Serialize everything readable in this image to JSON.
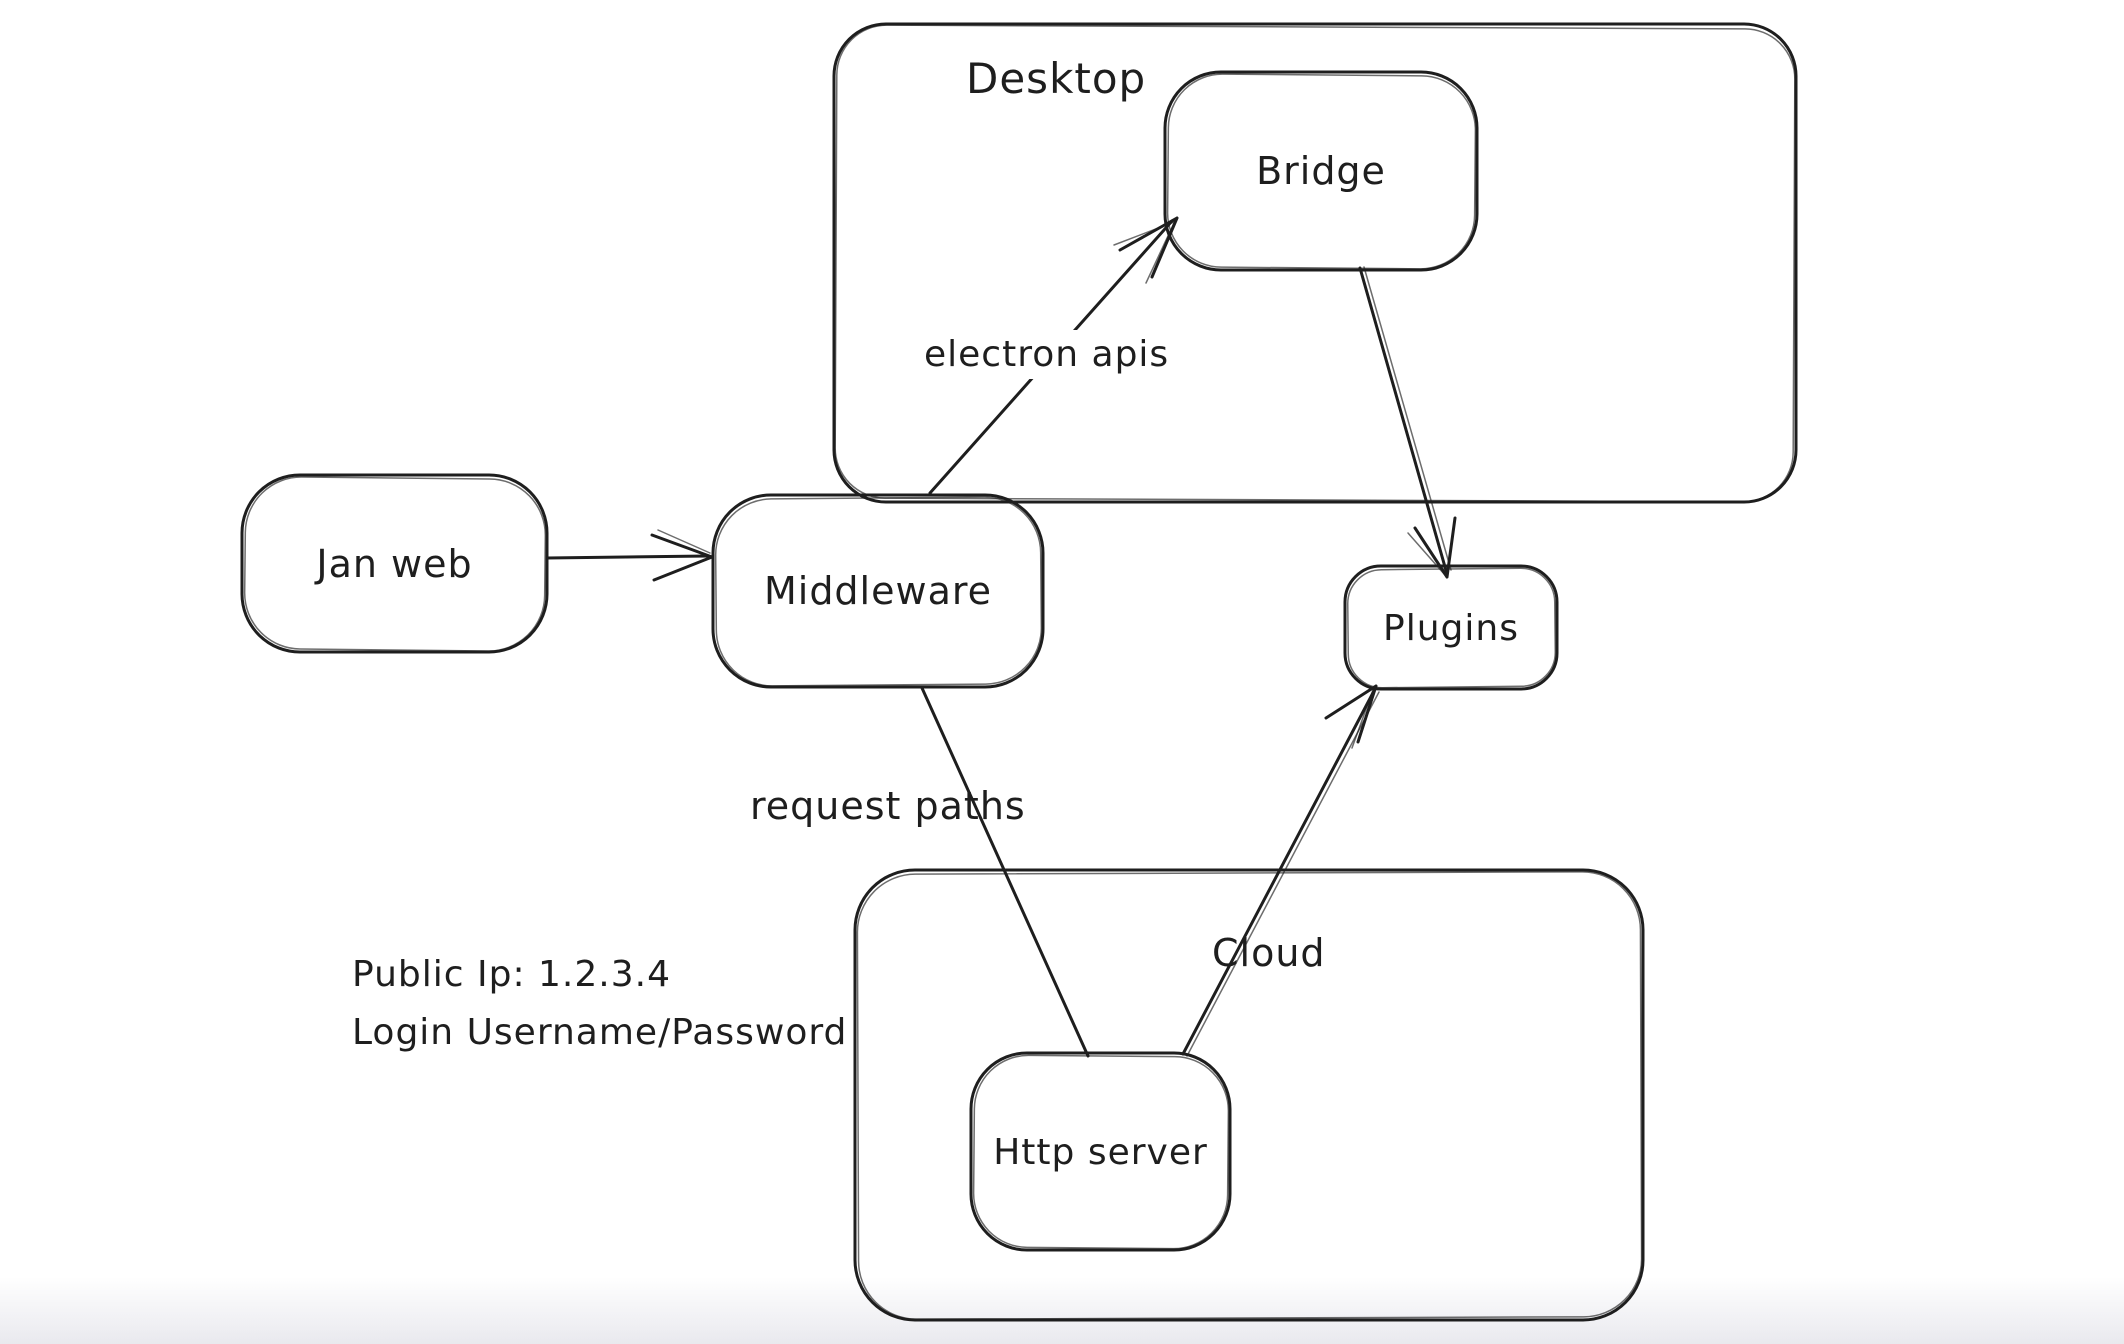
{
  "canvas": {
    "background": "#ffffff",
    "bottom_fade": "#e9e9ee",
    "stroke_color": "#1e1e1e"
  },
  "containers": {
    "desktop": {
      "label": "Desktop"
    },
    "cloud": {
      "label": "Cloud"
    }
  },
  "nodes": {
    "jan_web": {
      "label": "Jan web"
    },
    "middleware": {
      "label": "Middleware"
    },
    "bridge": {
      "label": "Bridge"
    },
    "plugins": {
      "label": "Plugins"
    },
    "http_server": {
      "label": "Http server"
    }
  },
  "edges": [
    {
      "from": "Jan web",
      "to": "Middleware",
      "label": "",
      "arrowhead": "end"
    },
    {
      "from": "Middleware",
      "to": "Bridge",
      "label": "electron apis",
      "arrowhead": "end"
    },
    {
      "from": "Bridge",
      "to": "Plugins",
      "label": "",
      "arrowhead": "end"
    },
    {
      "from": "Middleware",
      "to": "Http server",
      "label": "request paths",
      "arrowhead": "none"
    },
    {
      "from": "Http server",
      "to": "Plugins",
      "label": "",
      "arrowhead": "end"
    }
  ],
  "note": {
    "line1": "Public Ip: 1.2.3.4",
    "line2": "Login Username/Password"
  }
}
